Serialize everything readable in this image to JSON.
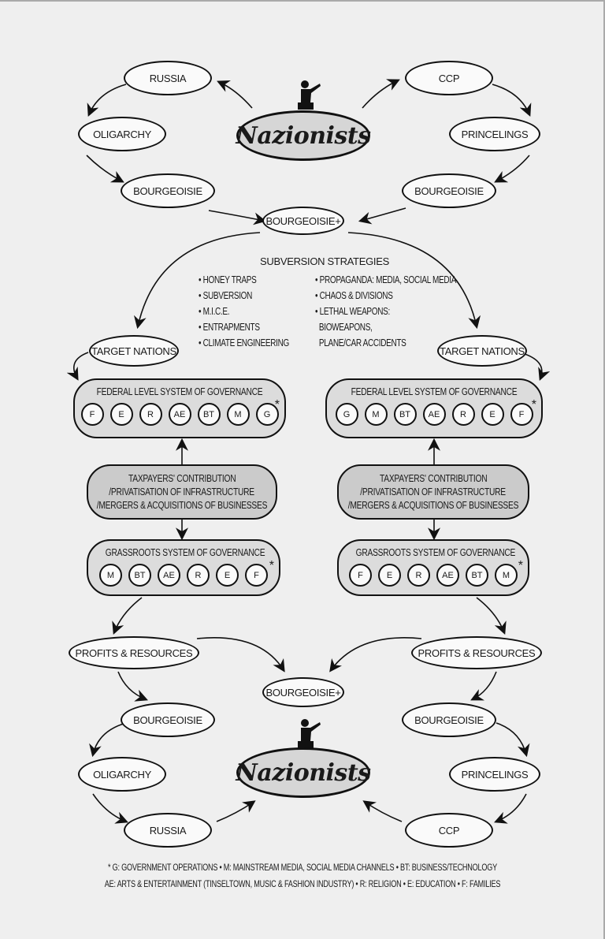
{
  "top": {
    "left_chain": [
      "RUSSIA",
      "OLIGARCHY",
      "BOURGEOISIE"
    ],
    "right_chain": [
      "CCP",
      "PRINCELINGS",
      "BOURGEOISIE"
    ],
    "center_title": "Nazionists",
    "merge": "BOURGEOISIE+"
  },
  "strategies": {
    "title": "SUBVERSION STRATEGIES",
    "col1": [
      "• HONEY TRAPS",
      "• SUBVERSION",
      "• M.I.C.E.",
      "• ENTRAPMENTS",
      "• CLIMATE ENGINEERING"
    ],
    "col2": [
      "• PROPAGANDA: MEDIA, SOCIAL MEDIA",
      "• CHAOS & DIVISIONS",
      "• LETHAL WEAPONS:",
      "  BIOWEAPONS,",
      "  PLANE/CAR ACCIDENTS"
    ]
  },
  "left": {
    "target": "TARGET NATIONS",
    "federal_title": "FEDERAL LEVEL SYSTEM OF GOVERNANCE",
    "federal": [
      "F",
      "E",
      "R",
      "AE",
      "BT",
      "M",
      "G"
    ],
    "tax": [
      "TAXPAYERS' CONTRIBUTION",
      "/PRIVATISATION OF INFRASTRUCTURE",
      "/MERGERS & ACQUISITIONS OF BUSINESSES"
    ],
    "grass_title": "GRASSROOTS SYSTEM OF GOVERNANCE",
    "grass": [
      "M",
      "BT",
      "AE",
      "R",
      "E",
      "F"
    ],
    "profits": "PROFITS & RESOURCES"
  },
  "right": {
    "target": "TARGET NATIONS",
    "federal_title": "FEDERAL LEVEL SYSTEM OF GOVERNANCE",
    "federal": [
      "G",
      "M",
      "BT",
      "AE",
      "R",
      "E",
      "F"
    ],
    "tax": [
      "TAXPAYERS' CONTRIBUTION",
      "/PRIVATISATION OF INFRASTRUCTURE",
      "/MERGERS & ACQUISITIONS OF BUSINESSES"
    ],
    "grass_title": "GRASSROOTS SYSTEM OF GOVERNANCE",
    "grass": [
      "F",
      "E",
      "R",
      "AE",
      "BT",
      "M"
    ],
    "profits": "PROFITS & RESOURCES"
  },
  "asterisk": "*",
  "bottom": {
    "merge": "BOURGEOISIE+",
    "left_chain": [
      "BOURGEOISIE",
      "OLIGARCHY",
      "RUSSIA"
    ],
    "right_chain": [
      "BOURGEOISIE",
      "PRINCELINGS",
      "CCP"
    ],
    "center_title": "Nazionists"
  },
  "legend": {
    "line1": "* G: GOVERNMENT OPERATIONS • M: MAINSTREAM MEDIA, SOCIAL MEDIA CHANNELS • BT: BUSINESS/TECHNOLOGY",
    "line2": "AE: ARTS & ENTERTAINMENT (TINSELTOWN, MUSIC & FASHION INDUSTRY) • R: RELIGION • E: EDUCATION • F: FAMILIES"
  }
}
